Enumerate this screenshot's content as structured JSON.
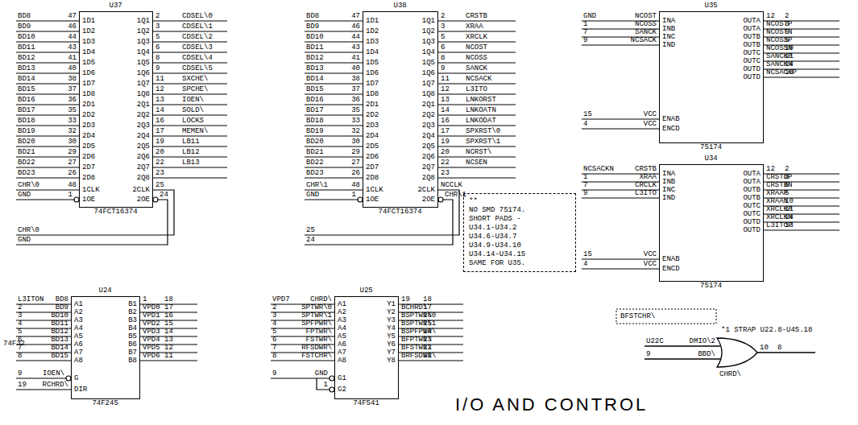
{
  "diagram": {
    "title": "I/O AND CONTROL",
    "nodes": [
      {
        "text": [
          "U37",
          "1D1",
          "1D2",
          "1D3",
          "1D4",
          "1D5",
          "1D6",
          "1D7",
          "1D8",
          "2D1",
          "2D2",
          "2D3",
          "2D4",
          "2D5",
          "2D6",
          "2D7",
          "2D8",
          "1CLK",
          "1OE",
          "1Q1",
          "1Q2",
          "1Q3",
          "1Q4",
          "1Q5",
          "1Q6",
          "1Q7",
          "1Q8",
          "2Q1",
          "2Q2",
          "2Q3",
          "2Q4",
          "2Q5",
          "2Q6",
          "2Q7",
          "2Q8",
          "2CLK",
          "2OE",
          "74FCT16374"
        ]
      },
      {
        "text": [
          "U38",
          "1D1",
          "1D2",
          "1D3",
          "1D4",
          "1D5",
          "1D6",
          "1D7",
          "1D8",
          "2D1",
          "2D2",
          "2D3",
          "2D4",
          "2D5",
          "2D6",
          "2D7",
          "2D8",
          "1CLK",
          "1OE",
          "1Q1",
          "1Q2",
          "1Q3",
          "1Q4",
          "1Q5",
          "1Q6",
          "1Q7",
          "1Q8",
          "2Q1",
          "2Q2",
          "2Q3",
          "2Q4",
          "2Q5",
          "2Q6",
          "2Q7",
          "2Q8",
          "2CLK",
          "2OE",
          "74FCT16374"
        ]
      },
      {
        "text": [
          "U35",
          "INA",
          "INB",
          "INC",
          "IND",
          "ENAB",
          "ENCD",
          "OUTA",
          "OUTA",
          "OUTB",
          "OUTB",
          "OUTC",
          "OUTC",
          "OUTD",
          "OUTD",
          "75174"
        ]
      },
      {
        "text": [
          "U34",
          "INA",
          "INB",
          "INC",
          "IND",
          "ENAB",
          "ENCD",
          "OUTA",
          "OUTA",
          "OUTB",
          "OUTB",
          "OUTC",
          "OUTC",
          "OUTD",
          "OUTD",
          "75174"
        ]
      },
      {
        "text": [
          "**",
          "NO SMD 75174.",
          "SHORT PADS -",
          "U34.1-U34.2",
          "U34.6-U34.7",
          "U34.9-U34.10",
          "U34.14-U34.15",
          "SAME FOR U35."
        ]
      },
      {
        "text": [
          "U24",
          "A1",
          "A2",
          "A3",
          "A4",
          "A5",
          "A6",
          "A7",
          "A8",
          "G",
          "DIR",
          "B1",
          "B2",
          "B3",
          "B4",
          "B5",
          "B6",
          "B7",
          "B8",
          "74F245"
        ]
      },
      {
        "text": [
          "U25",
          "A1",
          "A2",
          "A3",
          "A4",
          "A5",
          "A6",
          "A7",
          "A8",
          "G1",
          "G2",
          "Y1",
          "Y2",
          "Y3",
          "Y4",
          "Y5",
          "Y6",
          "Y7",
          "Y8",
          "74F541"
        ]
      }
    ],
    "labels": [
      "BD8",
      "47",
      "BD9",
      "46",
      "BD10",
      "44",
      "BD11",
      "43",
      "BD12",
      "41",
      "BD13",
      "40",
      "BD14",
      "38",
      "BD15",
      "37",
      "BD16",
      "36",
      "BD17",
      "35",
      "BD18",
      "33",
      "BD19",
      "32",
      "BD20",
      "30",
      "BD21",
      "29",
      "BD22",
      "27",
      "BD23",
      "26",
      "CHR\\0",
      "48",
      "GND",
      "1",
      "2",
      "CDSEL\\0",
      "3",
      "CDSEL\\1",
      "5",
      "CDSEL\\2",
      "6",
      "CDSEL\\3",
      "8",
      "CDSEL\\4",
      "9",
      "CDSEL\\5",
      "11",
      "SXCHE\\",
      "12",
      "SPCHE\\",
      "13",
      "IOEN\\",
      "14",
      "SOLD\\",
      "16",
      "LOCKS",
      "17",
      "MEMEN\\",
      "19",
      "LB11",
      "20",
      "LB12",
      "22",
      "LB13",
      "23",
      "25",
      "CHR\\0",
      "24",
      "GND",
      "BD8",
      "47",
      "BD9",
      "46",
      "BD10",
      "44",
      "BD11",
      "43",
      "BD12",
      "41",
      "BD13",
      "40",
      "BD14",
      "38",
      "BD15",
      "37",
      "BD16",
      "36",
      "BD17",
      "35",
      "BD18",
      "33",
      "BD19",
      "32",
      "BD20",
      "30",
      "BD21",
      "29",
      "BD22",
      "27",
      "BD23",
      "26",
      "CHR\\1",
      "48",
      "GND",
      "1",
      "2",
      "CRSTB",
      "3",
      "XRAA",
      "5",
      "XRCLK",
      "6",
      "NCOST",
      "8",
      "NCOSS",
      "9",
      "SANCK",
      "11",
      "NCSACK",
      "12",
      "L3ITO",
      "13",
      "LNKORST",
      "14",
      "LNKOATN",
      "16",
      "LNKODAT",
      "17",
      "SPXRST\\0",
      "19",
      "SPXRST\\1",
      "20",
      "NCRST\\",
      "22",
      "NCSEN",
      "23",
      "NCCLK",
      "25",
      "CHR\\1",
      "24",
      "GND",
      "NCOST",
      "1",
      "NCOSS",
      "7",
      "SANCK",
      "9",
      "NCSACK",
      "15",
      "VCC",
      "4",
      "VCC",
      "12",
      "2",
      "NCOSTP",
      "3",
      "NCOSTN",
      "6",
      "NCOSSP",
      "5",
      "NCOSSN",
      "10",
      "SANCKP",
      "11",
      "SANCKN",
      "14",
      "NCSACKP",
      "13",
      "NCSACKN",
      "CRSTB",
      "1",
      "XRAA",
      "7",
      "CRCLK",
      "9",
      "L3ITO",
      "15",
      "VCC",
      "4",
      "VCC",
      "12",
      "2",
      "CRSTBP",
      "3",
      "CRSTBN",
      "6",
      "XRAAP",
      "5",
      "XRAAN",
      "10",
      "XRCLKP",
      "11",
      "XRCLKN",
      "14",
      "L3ITOP",
      "13",
      "L3ITON",
      "BD8",
      "2",
      "BD9",
      "3",
      "BD10",
      "4",
      "BD11",
      "5",
      "BD12",
      "6",
      "BD13",
      "7",
      "BD14",
      "8",
      "BD15",
      "9",
      "IOEN\\",
      "19",
      "RCHRD\\",
      "1",
      "18",
      "VPD0",
      "17",
      "VPD1",
      "16",
      "VPD2",
      "15",
      "VPD3",
      "14",
      "VPD4",
      "13",
      "VPD5",
      "12",
      "VPD6",
      "11",
      "VPD7",
      "CHRD\\",
      "2",
      "SPTWR\\0",
      "3",
      "SPTWR\\1",
      "4",
      "SPFPWR\\",
      "5",
      "FPTWR\\",
      "6",
      "FSTWR\\",
      "7",
      "RFSDWR\\",
      "8",
      "FSTCHR\\",
      "9",
      "GND",
      "1",
      "19",
      "18",
      "BCHRD\\",
      "17",
      "BSPTWR\\0",
      "16",
      "BSPTWR\\1",
      "15",
      "BSPFPWR\\",
      "14",
      "BFPTWR\\",
      "13",
      "BFSTWR\\",
      "12",
      "BRFSDWR\\",
      "11",
      "BFSTCHR\\",
      "*1 STRAP U22.8-U45.18",
      "U22C",
      "DMIO\\2",
      "9",
      "BBD\\",
      "10",
      "8",
      "CHRD\\",
      "74F32"
    ]
  }
}
